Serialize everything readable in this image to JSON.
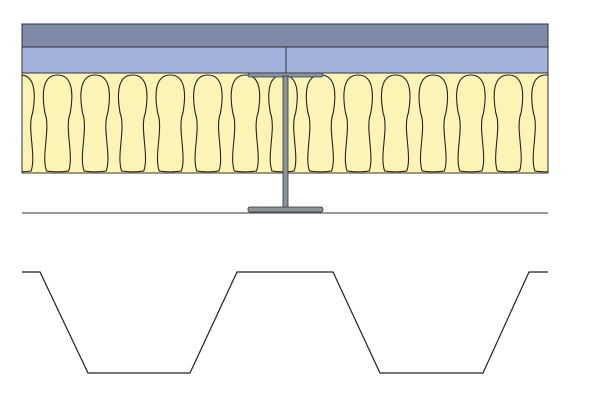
{
  "diagram": {
    "type": "construction-section",
    "layers": [
      {
        "name": "top-board",
        "color": "#7f8aa8"
      },
      {
        "name": "second-board",
        "color": "#a5b1dd"
      },
      {
        "name": "insulation",
        "color": "#fbf4b4"
      }
    ],
    "stud_color": "#8a949c",
    "line_color": "#222222",
    "insulation_cell_count": 14
  }
}
